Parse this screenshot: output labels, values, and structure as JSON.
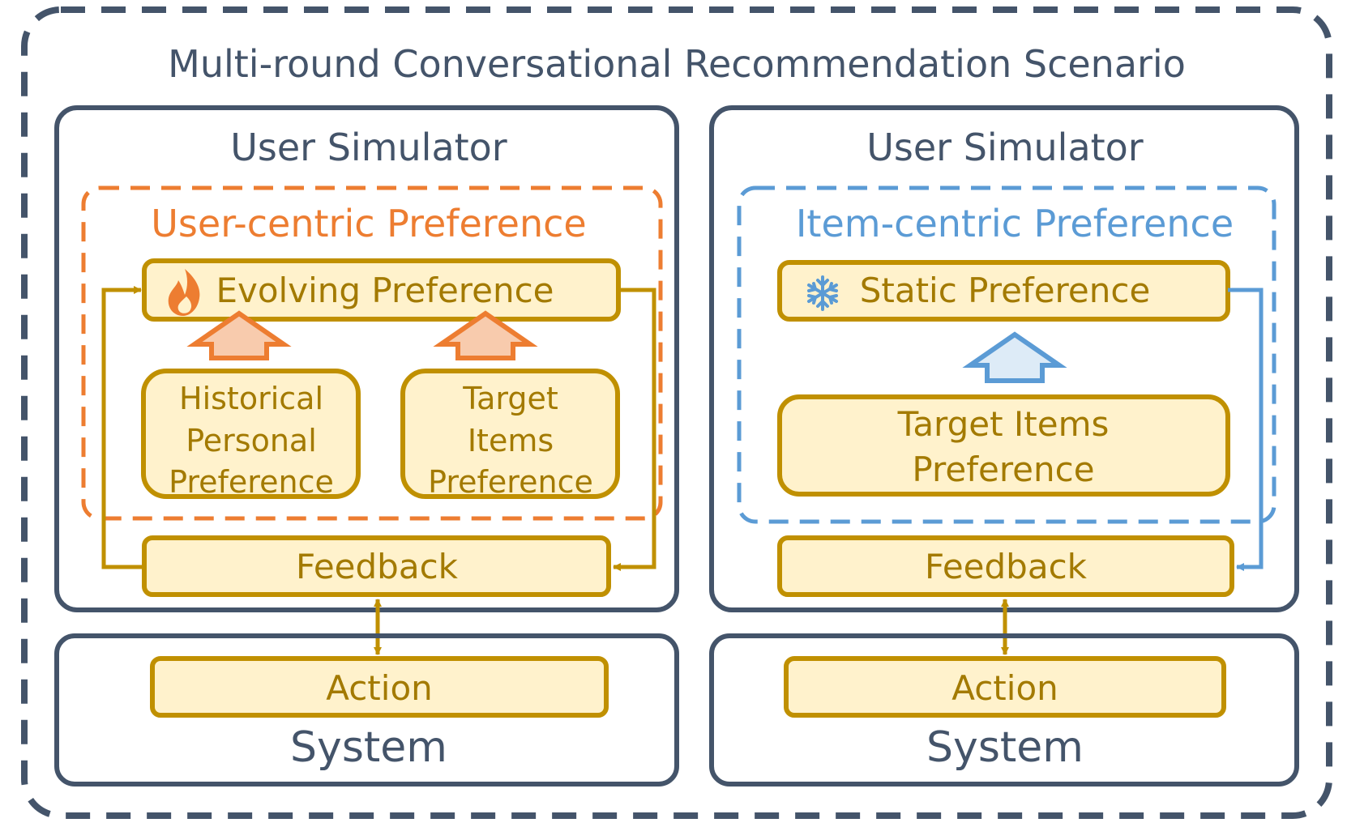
{
  "title": "Multi-round Conversational Recommendation Scenario",
  "colors": {
    "frame": "#44546A",
    "gold": "#C09000",
    "box_fill": "#FFF2CC",
    "box_text": "#A37A00",
    "orange": "#ED7D31",
    "orange_fill": "#F8CBAD",
    "blue": "#5B9BD5",
    "blue_fill": "#DDEBF7"
  },
  "left": {
    "simulator_label": "User Simulator",
    "preference_title": "User-centric Preference",
    "evolving_label": "Evolving Preference",
    "evolving_icon": "fire-icon",
    "historical_lines": [
      "Historical",
      "Personal",
      "Preference"
    ],
    "target_lines": [
      "Target",
      "Items",
      "Preference"
    ],
    "feedback_label": "Feedback",
    "action_label": "Action",
    "system_label": "System"
  },
  "right": {
    "simulator_label": "User Simulator",
    "preference_title": "Item-centric Preference",
    "static_label": "Static Preference",
    "static_icon": "snowflake-icon",
    "target_lines": [
      "Target Items",
      "Preference"
    ],
    "feedback_label": "Feedback",
    "action_label": "Action",
    "system_label": "System"
  }
}
